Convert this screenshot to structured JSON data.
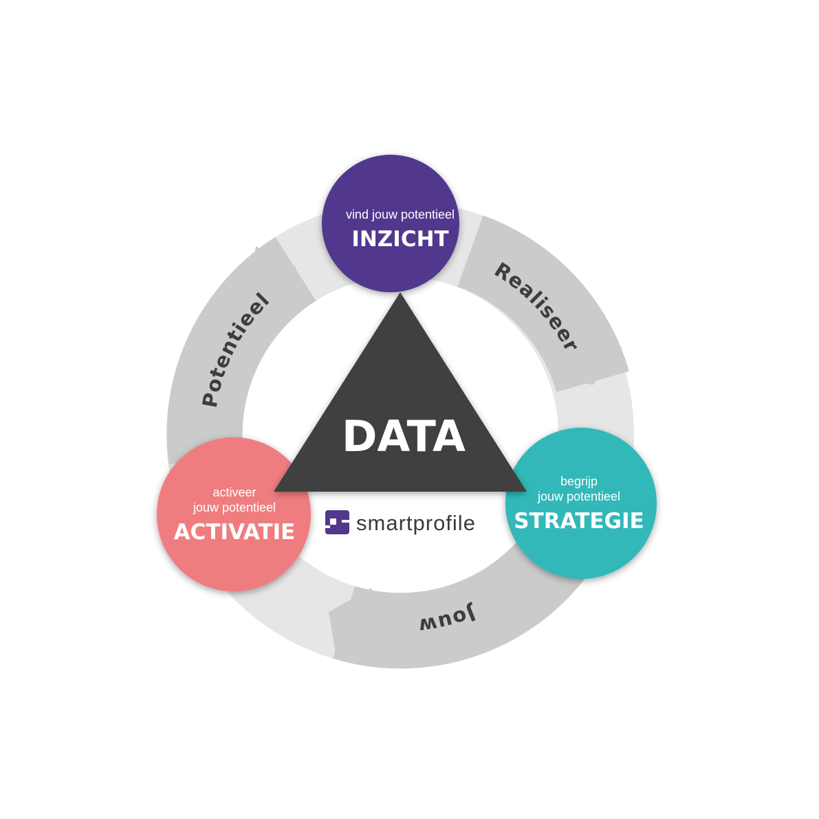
{
  "cycle_labels": {
    "realiseer": "Realiseer",
    "jouw": "Jouw",
    "potentieel": "Potentieel"
  },
  "nodes": {
    "inzicht": {
      "subtitle": "vind jouw potentieel",
      "title": "INZICHT"
    },
    "strategie": {
      "subtitle_1": "begrijp",
      "subtitle_2": "jouw potentieel",
      "title": "STRATEGIE"
    },
    "activatie": {
      "subtitle_1": "activeer",
      "subtitle_2": "jouw potentieel",
      "title": "ACTIVATIE"
    }
  },
  "center": {
    "title": "DATA"
  },
  "logo": {
    "text": "smartprofile"
  },
  "colors": {
    "inzicht": "#51378d",
    "strategie": "#33b8b8",
    "activatie": "#ef7d80",
    "triangle": "#404040",
    "ring": "#e6e6e6",
    "arrow": "#cbcbcb"
  }
}
